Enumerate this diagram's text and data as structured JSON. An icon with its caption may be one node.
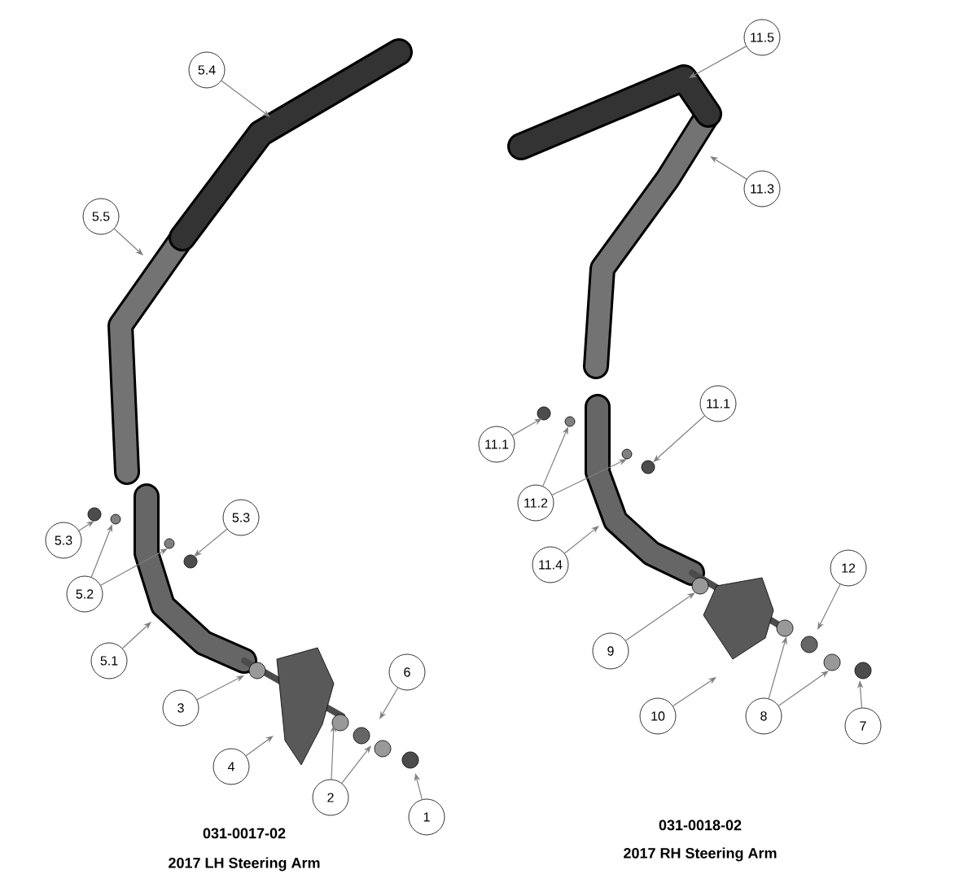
{
  "diagram": {
    "nodes": [
      {
        "text": [
          "5.4"
        ]
      },
      {
        "text": [
          "5.5"
        ]
      },
      {
        "text": [
          "5.3"
        ]
      },
      {
        "text": [
          "5.2"
        ]
      },
      {
        "text": [
          "5.3"
        ]
      },
      {
        "text": [
          "5.1"
        ]
      },
      {
        "text": [
          "3"
        ]
      },
      {
        "text": [
          "4"
        ]
      },
      {
        "text": [
          "6"
        ]
      },
      {
        "text": [
          "2"
        ]
      },
      {
        "text": [
          "1"
        ]
      },
      {
        "text": [
          "11.5"
        ]
      },
      {
        "text": [
          "11.3"
        ]
      },
      {
        "text": [
          "11.1"
        ]
      },
      {
        "text": [
          "11.2"
        ]
      },
      {
        "text": [
          "11.1"
        ]
      },
      {
        "text": [
          "11.4"
        ]
      },
      {
        "text": [
          "9"
        ]
      },
      {
        "text": [
          "10"
        ]
      },
      {
        "text": [
          "12"
        ]
      },
      {
        "text": [
          "8"
        ]
      },
      {
        "text": [
          "7"
        ]
      }
    ],
    "edges": [
      {
        "from": 0,
        "to": null,
        "arrow": "to"
      },
      {
        "from": 1,
        "to": null,
        "arrow": "to"
      },
      {
        "from": 2,
        "to": null,
        "arrow": "to"
      },
      {
        "from": 3,
        "to": null,
        "arrow": "to"
      },
      {
        "from": 3,
        "to": null,
        "arrow": "to"
      },
      {
        "from": 4,
        "to": null,
        "arrow": "to"
      },
      {
        "from": 5,
        "to": null,
        "arrow": "to"
      },
      {
        "from": 6,
        "to": null,
        "arrow": "to"
      },
      {
        "from": 7,
        "to": null,
        "arrow": "to"
      },
      {
        "from": 8,
        "to": null,
        "arrow": "to"
      },
      {
        "from": 9,
        "to": null,
        "arrow": "to"
      },
      {
        "from": 9,
        "to": null,
        "arrow": "to"
      },
      {
        "from": 10,
        "to": null,
        "arrow": "to"
      },
      {
        "from": 11,
        "to": null,
        "arrow": "to"
      },
      {
        "from": 12,
        "to": null,
        "arrow": "to"
      },
      {
        "from": 13,
        "to": null,
        "arrow": "to"
      },
      {
        "from": 14,
        "to": null,
        "arrow": "to"
      },
      {
        "from": 14,
        "to": null,
        "arrow": "to"
      },
      {
        "from": 15,
        "to": null,
        "arrow": "to"
      },
      {
        "from": 16,
        "to": null,
        "arrow": "to"
      },
      {
        "from": 17,
        "to": null,
        "arrow": "to"
      },
      {
        "from": 18,
        "to": null,
        "arrow": "to"
      },
      {
        "from": 19,
        "to": null,
        "arrow": "to"
      },
      {
        "from": 20,
        "to": null,
        "arrow": "to"
      },
      {
        "from": 20,
        "to": null,
        "arrow": "to"
      },
      {
        "from": 21,
        "to": null,
        "arrow": "to"
      }
    ],
    "labels": [
      "031-0017-02",
      "2017 LH Steering Arm",
      "031-0018-02",
      "2017 RH Steering Arm"
    ]
  }
}
